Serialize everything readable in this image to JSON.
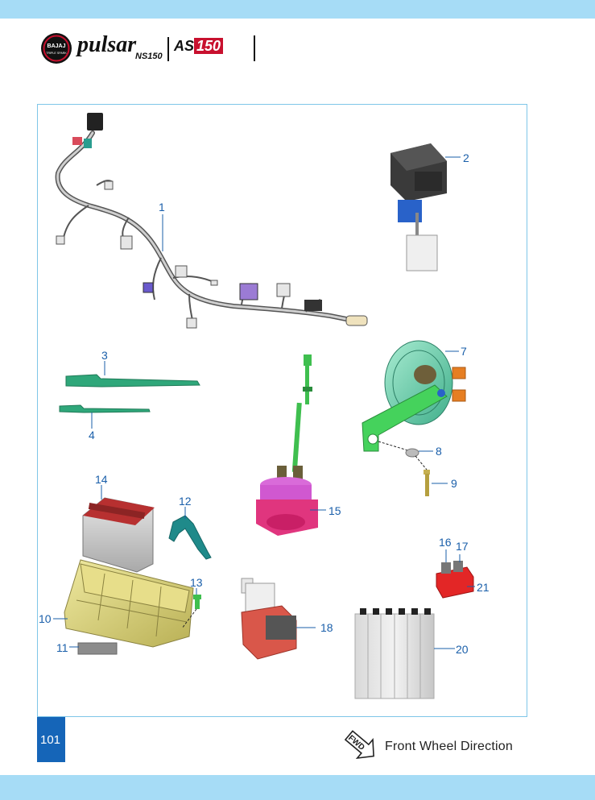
{
  "logo": {
    "emblem_top": "BAJAJ",
    "emblem_bottom": "TRIPLE SPARK",
    "brand": "pulsar",
    "sub": "NS150",
    "model_a": "AS",
    "model_b": "150"
  },
  "callouts": [
    {
      "id": "c1",
      "label": "1"
    },
    {
      "id": "c2",
      "label": "2"
    },
    {
      "id": "c3",
      "label": "3"
    },
    {
      "id": "c4",
      "label": "4"
    },
    {
      "id": "c7",
      "label": "7"
    },
    {
      "id": "c8",
      "label": "8"
    },
    {
      "id": "c9",
      "label": "9"
    },
    {
      "id": "c10",
      "label": "10"
    },
    {
      "id": "c11",
      "label": "11"
    },
    {
      "id": "c12",
      "label": "12"
    },
    {
      "id": "c13",
      "label": "13"
    },
    {
      "id": "c14",
      "label": "14"
    },
    {
      "id": "c15",
      "label": "15"
    },
    {
      "id": "c16",
      "label": "16"
    },
    {
      "id": "c17",
      "label": "17"
    },
    {
      "id": "c18",
      "label": "18"
    },
    {
      "id": "c20",
      "label": "20"
    },
    {
      "id": "c21",
      "label": "21"
    }
  ],
  "page": {
    "number": "101"
  },
  "footer": {
    "fwd_icon_text": "FWD",
    "direction_text": "Front Wheel Direction"
  },
  "colors": {
    "band": "#a6dcf6",
    "frame": "#7fc6e8",
    "callout": "#1a5faa",
    "page_tab": "#1565b8"
  }
}
